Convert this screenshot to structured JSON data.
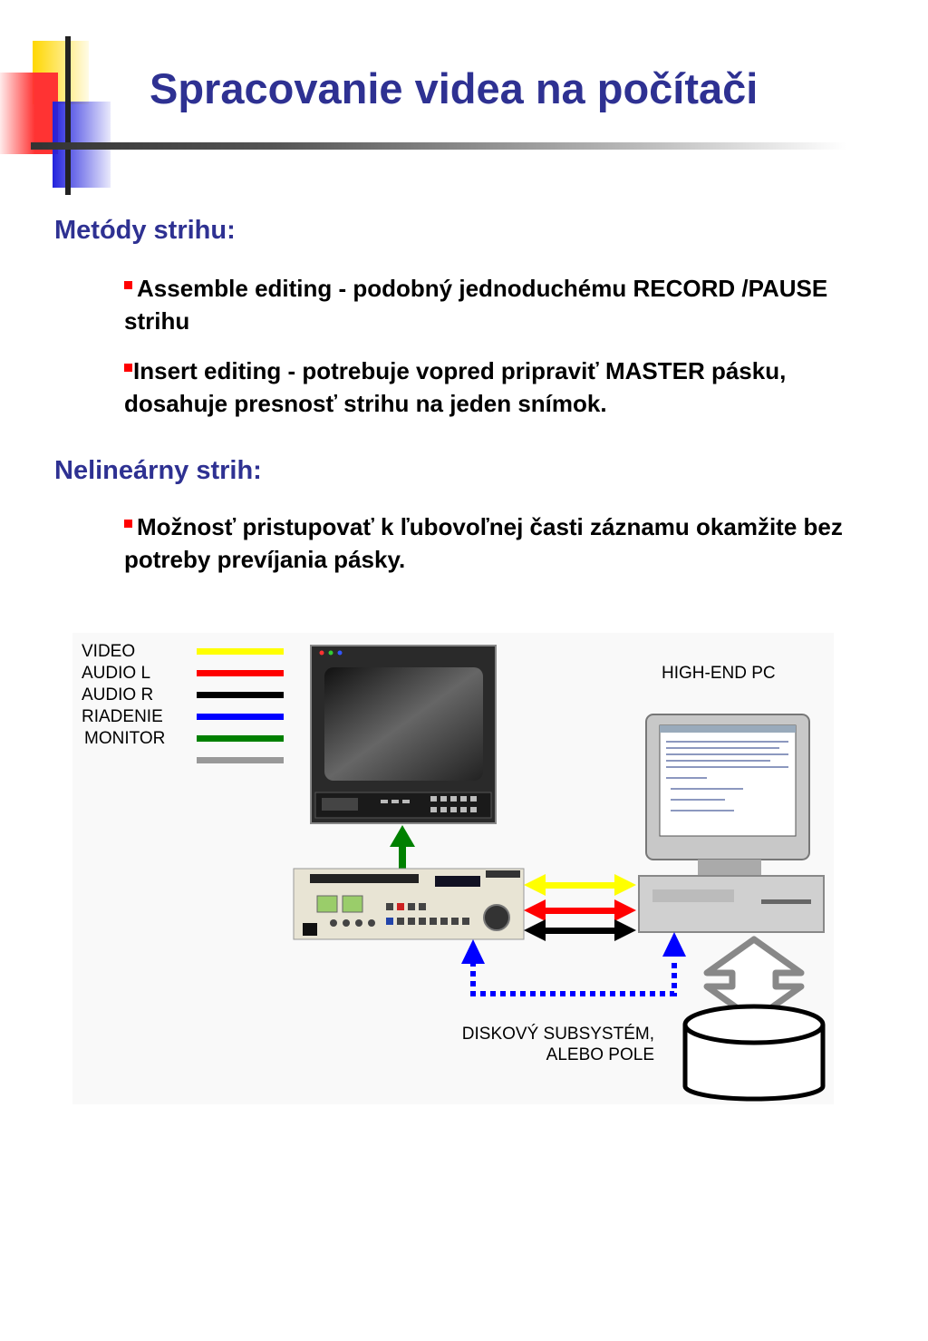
{
  "slide": {
    "title": "Spracovanie videa na počítači",
    "sections": [
      {
        "heading": "Metódy strihu:",
        "bullets": [
          "Assemble editing - podobný jednoduchému RECORD /PAUSE strihu",
          "Insert editing - potrebuje vopred pripraviť MASTER pásku, dosahuje presnosť strihu na jeden snímok."
        ]
      },
      {
        "heading": "Nelineárny strih:",
        "bullets": [
          "Možnosť pristupovať k ľubovoľnej časti záznamu okamžite bez potreby prevíjania pásky."
        ]
      }
    ]
  },
  "diagram": {
    "legend": [
      {
        "label": "VIDEO",
        "color": "#ffff00"
      },
      {
        "label": "AUDIO L",
        "color": "#ff0000"
      },
      {
        "label": "AUDIO R",
        "color": "#000000"
      },
      {
        "label": "RIADENIE",
        "color": "#0000ff"
      },
      {
        "label": "MONITOR",
        "color": "#008000"
      },
      {
        "label": "",
        "color": "#999999"
      }
    ],
    "pc_label": "HIGH-END PC",
    "disk_label_line1": "DISKOVÝ SUBSYSTÉM,",
    "disk_label_line2": "ALEBO POLE",
    "icons": [
      "monitor-icon",
      "vcr-deck-icon",
      "pc-icon",
      "disk-cylinder-icon"
    ]
  },
  "colors": {
    "title": "#2e3192",
    "heading": "#2e3192",
    "bullet_marker": "#ff0000",
    "logo_yellow": "#ffd700",
    "logo_red": "#ff3333",
    "logo_blue": "#2222dd"
  }
}
